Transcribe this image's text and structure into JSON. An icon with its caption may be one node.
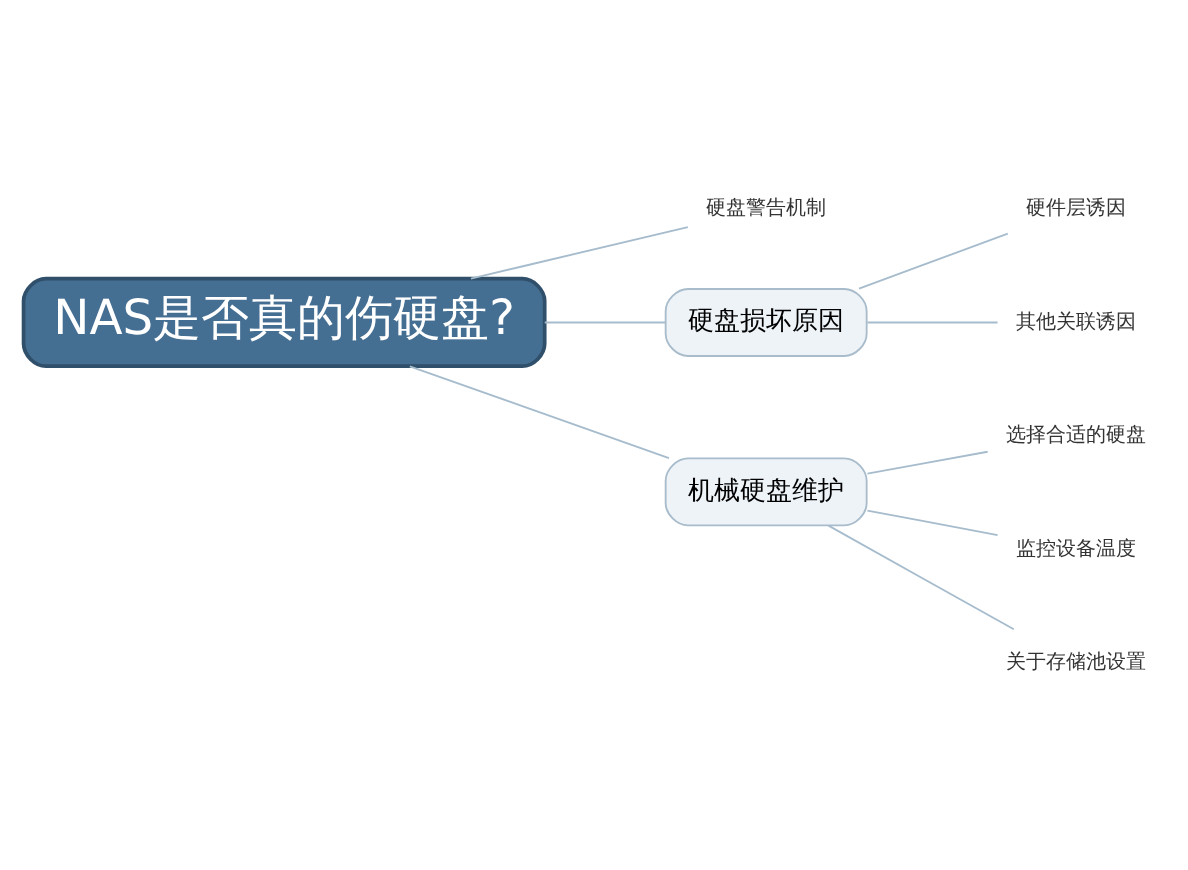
{
  "diagram": {
    "nodes": [
      {
        "text": [
          "NAS是否真的伤硬盘?"
        ]
      },
      {
        "text": [
          "硬盘警告机制"
        ]
      },
      {
        "text": [
          "硬盘损坏原因"
        ]
      },
      {
        "text": [
          "机械硬盘维护"
        ]
      },
      {
        "text": [
          "硬件层诱因"
        ]
      },
      {
        "text": [
          "其他关联诱因"
        ]
      },
      {
        "text": [
          "选择合适的硬盘"
        ]
      },
      {
        "text": [
          "监控设备温度"
        ]
      },
      {
        "text": [
          "关于存储池设置"
        ]
      }
    ],
    "edges": [
      {
        "from": 0,
        "to": 1,
        "arrow": "none"
      },
      {
        "from": 0,
        "to": 2,
        "arrow": "none"
      },
      {
        "from": 0,
        "to": 3,
        "arrow": "none"
      },
      {
        "from": 2,
        "to": 4,
        "arrow": "none"
      },
      {
        "from": 2,
        "to": 5,
        "arrow": "none"
      },
      {
        "from": 3,
        "to": 6,
        "arrow": "none"
      },
      {
        "from": 3,
        "to": 7,
        "arrow": "none"
      },
      {
        "from": 3,
        "to": 8,
        "arrow": "none"
      }
    ]
  }
}
